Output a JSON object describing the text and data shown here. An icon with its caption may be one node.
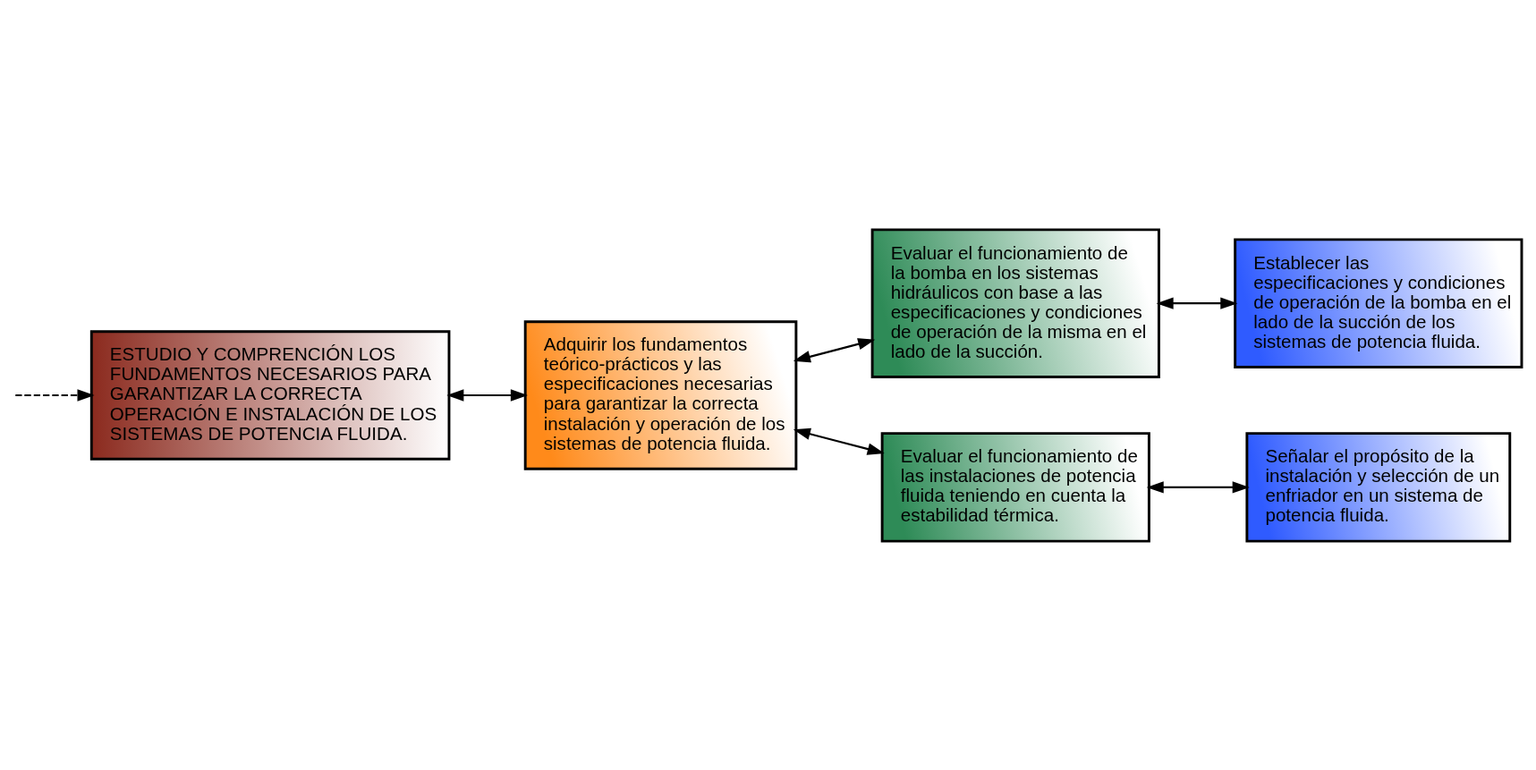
{
  "diagram": {
    "nodes": [
      {
        "text": [
          "ESTUDIO Y COMPRENCIÓN LOS FUNDAMENTOS NECESARIOS PARA GARANTIZAR LA CORRECTA OPERACIÓN E INSTALACIÓN DE LOS SISTEMAS DE POTENCIA FLUIDA."
        ]
      },
      {
        "text": [
          "Adquirir los fundamentos teórico-prácticos y las especificaciones necesarias para garantizar la correcta instalación y operación de los sistemas de potencia fluida."
        ]
      },
      {
        "text": [
          "Evaluar el funcionamiento de la bomba en los sistemas hidráulicos con base a las especificaciones y condiciones de operación de la misma en el lado de la succión."
        ]
      },
      {
        "text": [
          "Establecer las especificaciones y condiciones de operación de la bomba en el lado de la succión de los sistemas de potencia fluida."
        ]
      },
      {
        "text": [
          "Evaluar el funcionamiento de las instalaciones de potencia fluida teniendo en cuenta la estabilidad térmica."
        ]
      },
      {
        "text": [
          "Señalar el propósito de la instalación y selección de un enfriador en un sistema de potencia fluida."
        ]
      }
    ],
    "edges": [
      {
        "from": null,
        "to": 0,
        "arrow": "to",
        "style": "dashed"
      },
      {
        "from": 0,
        "to": 1,
        "arrow": "both"
      },
      {
        "from": 1,
        "to": 2,
        "arrow": "both"
      },
      {
        "from": 2,
        "to": 3,
        "arrow": "both"
      },
      {
        "from": 1,
        "to": 4,
        "arrow": "both"
      },
      {
        "from": 4,
        "to": 5,
        "arrow": "both"
      }
    ]
  }
}
